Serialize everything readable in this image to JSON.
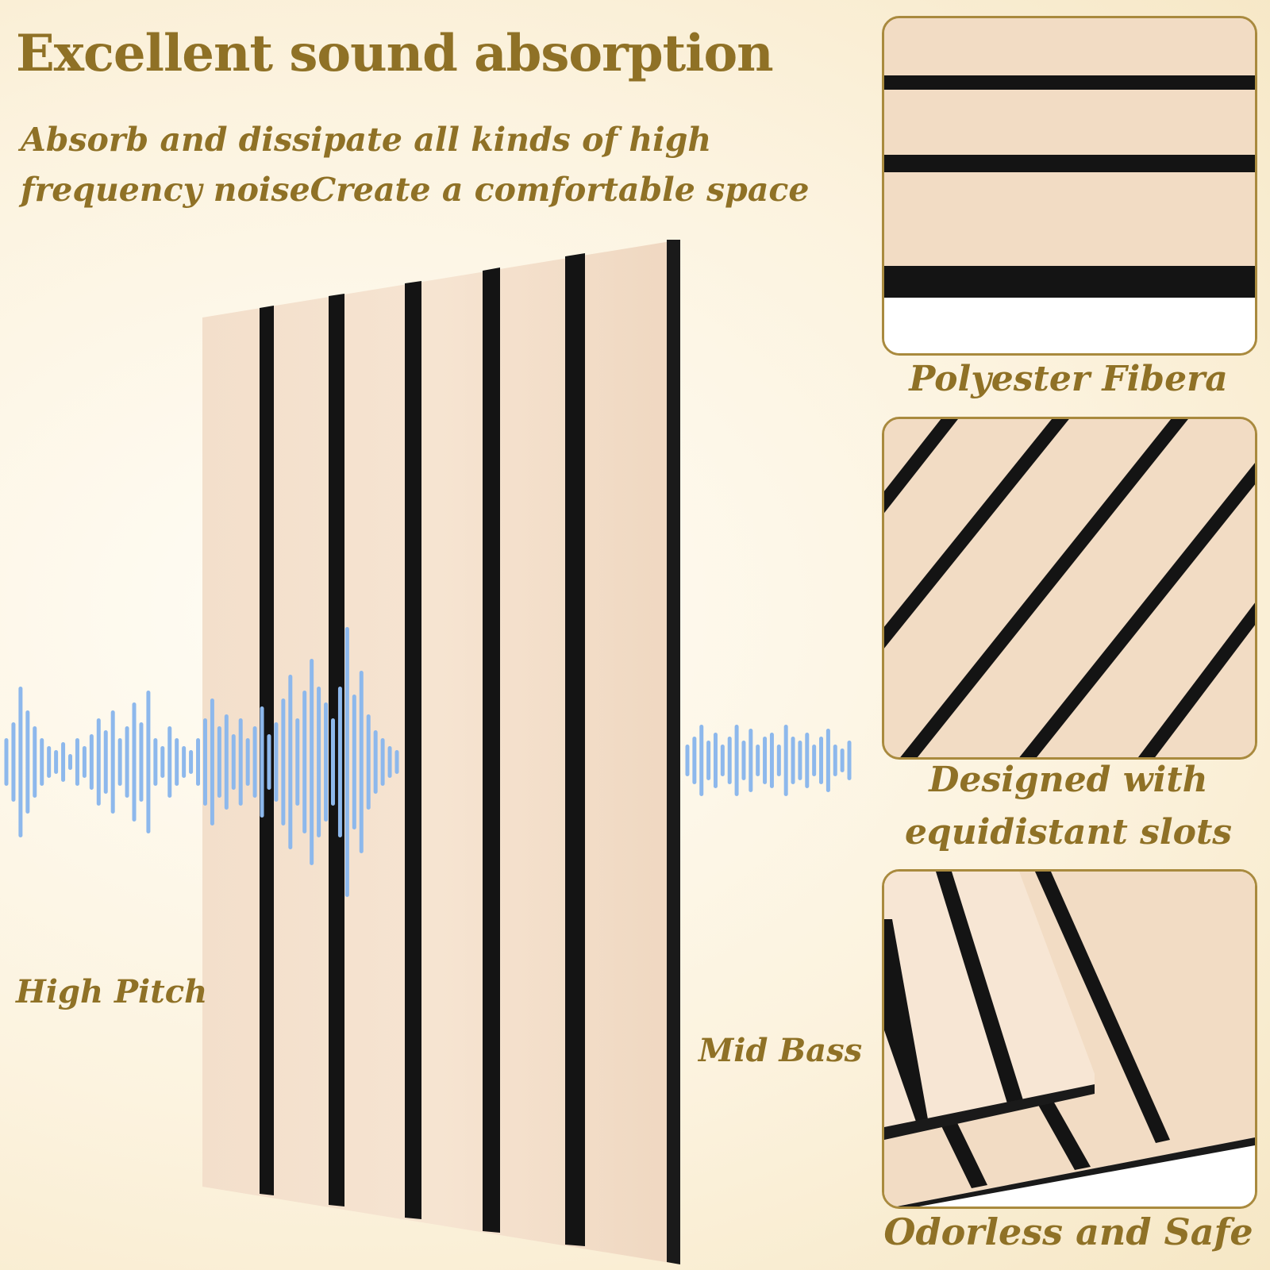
{
  "headline": "Excellent sound absorption",
  "subtitle": {
    "line1": "Absorb and dissipate all kinds of high",
    "line2": "frequency noiseCreate a comfortable space"
  },
  "labels": {
    "high_pitch": "High Pitch",
    "mid_bass": "Mid Bass"
  },
  "features": [
    {
      "caption": "Polyester Fibera"
    },
    {
      "caption_line1": "Designed with",
      "caption_line2": "equidistant slots"
    },
    {
      "caption": "Odorless and Safe"
    }
  ],
  "colors": {
    "gold_text": "#8f7126",
    "inset_border": "#a98a3e",
    "wood": "#f2dcc4",
    "slot": "#141414",
    "wave": "#8db8ec"
  }
}
